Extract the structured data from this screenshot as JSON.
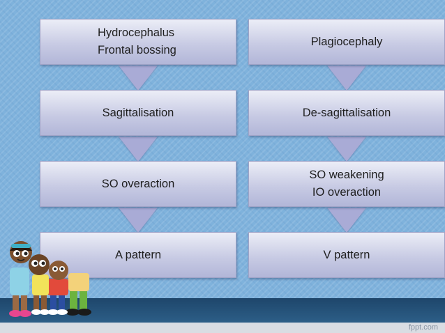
{
  "flow": {
    "left": [
      {
        "lines": [
          "Hydrocephalus",
          "Frontal bossing"
        ]
      },
      {
        "lines": [
          "Sagittalisation"
        ]
      },
      {
        "lines": [
          "SO overaction"
        ]
      },
      {
        "lines": [
          "A pattern"
        ]
      }
    ],
    "right": [
      {
        "lines": [
          "Plagiocephaly"
        ]
      },
      {
        "lines": [
          "De-sagittalisation"
        ]
      },
      {
        "lines": [
          "SO weakening",
          "IO overaction"
        ]
      },
      {
        "lines": [
          "V pattern"
        ]
      }
    ]
  },
  "footer": {
    "watermark": "fppt.com"
  },
  "colors": {
    "background": "#7fb2dc",
    "box": "#c8cbe4",
    "arrow": "#a9abd6",
    "floor": "#1e466b"
  },
  "icons": {
    "kids": "kids-illustration"
  }
}
